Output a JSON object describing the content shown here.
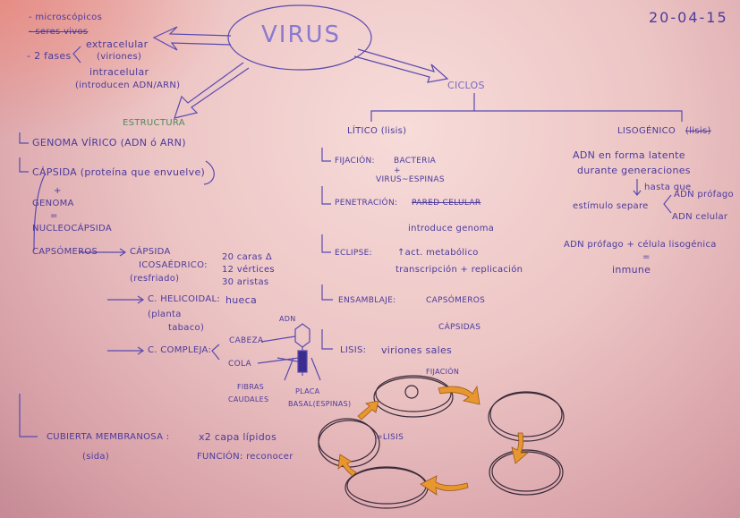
{
  "date": "20-04-15",
  "center": {
    "title": "VIRUS"
  },
  "features": {
    "items": [
      "- microscópicos",
      "- seres vivos",
      "- 2 fases"
    ],
    "phases": {
      "extra": "extracelular",
      "extra_note": "(viriones)",
      "intra": "intracelular",
      "intra_note": "(introducen ADN/ARN)"
    }
  },
  "structure": {
    "title": "ESTRUCTURA",
    "genome": "GENOMA VÍRICO (ADN ó ARN)",
    "capsid": "CÁPSIDA (proteína que envuelve)",
    "plus": "+",
    "genome2": "GENOMA",
    "equals": "=",
    "nucleocapsid": "NUCLEOCÁPSIDA",
    "capsomeres": "CAPSÓMEROS",
    "icosa": {
      "l1": "CÁPSIDA",
      "l2": "ICOSAÉDRICO:",
      "l3": "(resfriado)",
      "f1": "20 caras Δ",
      "f2": "12 vértices",
      "f3": "30 aristas"
    },
    "helical": {
      "label": "C. HELICOIDAL:",
      "value": "hueca",
      "n1": "(planta",
      "n2": "tabaco)"
    },
    "complex": {
      "label": "C. COMPLEJA:",
      "head": "CABEZA",
      "tail": "COLA",
      "dna": "ADN",
      "fibers1": "FIBRAS",
      "fibers2": "CAUDALES",
      "plate1": "PLACA",
      "plate2": "BASAL(ESPINAS)"
    },
    "envelope": {
      "label": "CUBIERTA MEMBRANOSA :",
      "note": "(sida)",
      "v1": "x2 capa lípidos",
      "v2": "FUNCIÓN: reconocer"
    }
  },
  "cycles": {
    "title": "CICLOS",
    "lytic": {
      "title": "LÍTICO (lisis)",
      "steps": [
        {
          "label": "FIJACIÓN:",
          "text": "BACTERIA",
          "sub1": "+",
          "sub2": "VIRUS~ESPINAS"
        },
        {
          "label": "PENETRACIÓN:",
          "text": "PARED CELULAR",
          "sub1": "introduce genoma"
        },
        {
          "label": "ECLIPSE:",
          "text": "↑act. metabólico",
          "sub1": "transcripción + replicación"
        },
        {
          "label": "ENSAMBLAJE:",
          "text": "CAPSÓMEROS",
          "sub1": "CÁPSIDAS"
        },
        {
          "label": "LISIS:",
          "text": "viriones sales"
        }
      ]
    },
    "lysogenic": {
      "title": "LISOGÉNICO",
      "crossed": "(lisis)",
      "l1": "ADN en forma latente",
      "l2": "durante generaciones",
      "until": "hasta que",
      "stimulus": "estímulo separe",
      "b1": "ADN prófago",
      "b2": "ADN celular",
      "result": "ADN prófago + célula lisogénica",
      "eq": "=",
      "immune": "inmune"
    }
  },
  "cycle_diagram": {
    "fixation": "FIJACIÓN",
    "lysis": "=LISIS"
  },
  "colors": {
    "ink": "#4b3a9e",
    "arrow": "#e8962e",
    "cell": "#3a2a3a",
    "title_green": "#4f8a5c"
  }
}
